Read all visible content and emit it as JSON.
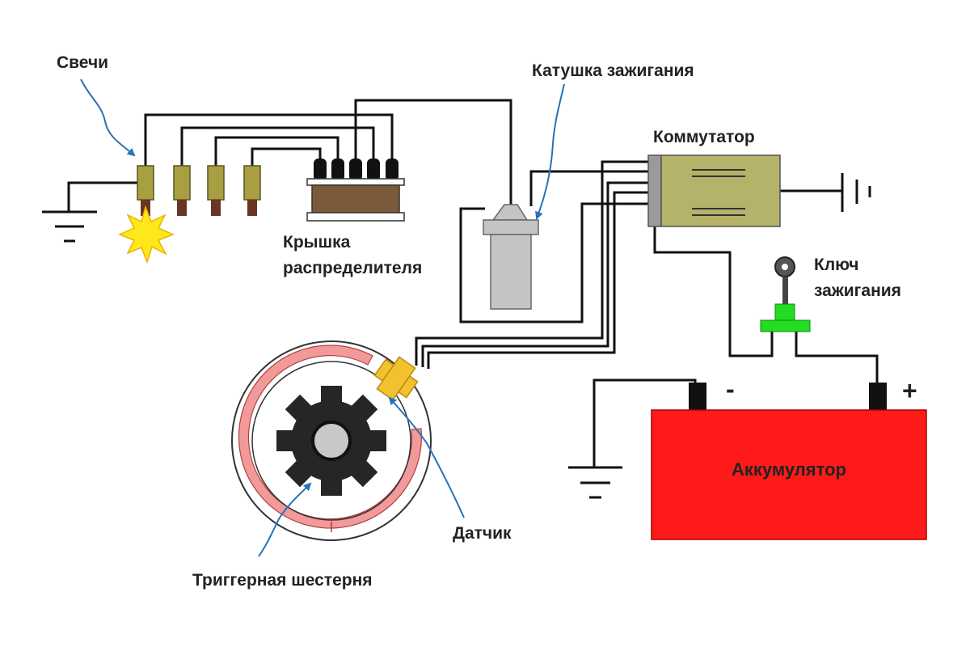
{
  "labels": {
    "spark_plugs": "Свечи",
    "ignition_coil": "Катушка зажигания",
    "commutator": "Коммутатор",
    "distributor_cap_line1": "Крышка",
    "distributor_cap_line2": "распределителя",
    "ignition_key_line1": "Ключ",
    "ignition_key_line2": "зажигания",
    "battery": "Аккумулятор",
    "sensor": "Датчик",
    "trigger_gear": "Триггерная шестерня"
  },
  "signs": {
    "minus": "-",
    "plus": "+"
  },
  "colors": {
    "battery": "#ff1a1a",
    "commutator": "#b5b26a",
    "spark_plug": "#a8a040",
    "distributor_body": "#7a5a3a",
    "coil_body": "#c4c4c4",
    "key_switch": "#22dd22",
    "sensor": "#f2c12e",
    "ring": "#f29a9a",
    "spark": "#ffe81a",
    "arrow": "#2a72b8"
  },
  "icons": [
    "ground-symbol",
    "spark-icon",
    "gear-icon",
    "key-icon"
  ]
}
